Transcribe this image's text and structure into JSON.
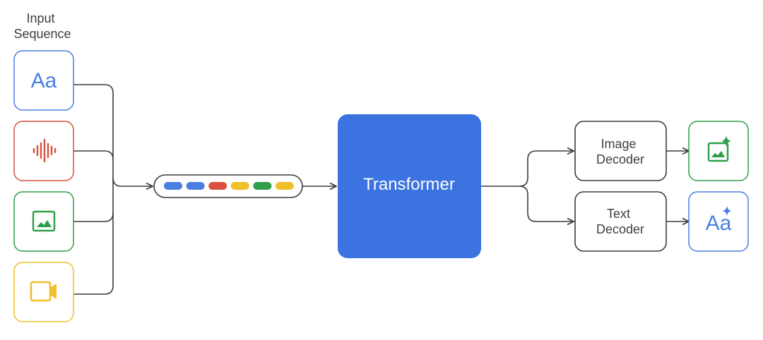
{
  "input_label": [
    "Input",
    "Sequence"
  ],
  "inputs": [
    {
      "modality": "text",
      "icon": "text-aa-icon",
      "glyph": "Aa",
      "color": "#4a7fe0"
    },
    {
      "modality": "audio",
      "icon": "audio-waveform-icon",
      "color": "#d9503f"
    },
    {
      "modality": "image",
      "icon": "image-icon",
      "color": "#2f9e48"
    },
    {
      "modality": "video",
      "icon": "video-camera-icon",
      "color": "#f0bf2b"
    }
  ],
  "tokens": [
    {
      "color": "#4a7fe0"
    },
    {
      "color": "#4a7fe0"
    },
    {
      "color": "#d9503f"
    },
    {
      "color": "#f0bf2b"
    },
    {
      "color": "#2f9e48"
    },
    {
      "color": "#f0bf2b"
    }
  ],
  "transformer": {
    "label": "Transformer",
    "color": "#3b73e0"
  },
  "decoders": [
    {
      "id": "image-decoder",
      "lines": [
        "Image",
        "Decoder"
      ]
    },
    {
      "id": "text-decoder",
      "lines": [
        "Text",
        "Decoder"
      ]
    }
  ],
  "outputs": [
    {
      "modality": "image",
      "icon": "generated-image-icon",
      "color": "#2f9e48"
    },
    {
      "modality": "text",
      "icon": "generated-text-aa-icon",
      "glyph": "Aa",
      "color": "#4a7fe0"
    }
  ],
  "line_color": "#3c3c3c"
}
